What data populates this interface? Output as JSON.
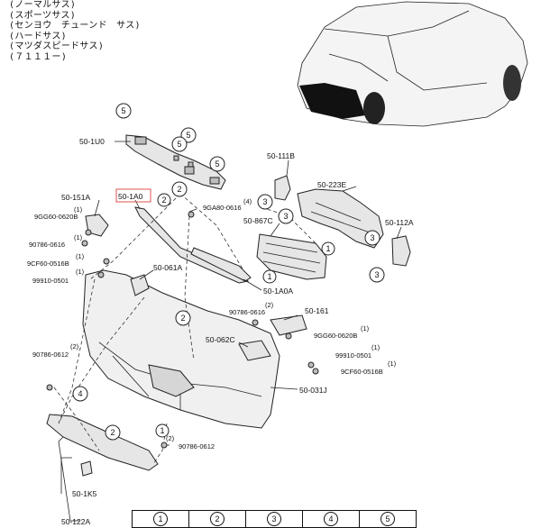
{
  "header_lines": [
    "(ノーマルサス)",
    "(スポーツサス)",
    "(センヨウ　チューンド　サス)",
    "(ハードサス)",
    "(マツダスピードサス)",
    "(７１１１ー)"
  ],
  "labels": {
    "p50_1u0": "50-1U0",
    "p50_111b": "50-111B",
    "p50_223e": "50-223E",
    "p50_151a": "50-151A",
    "p50_1a0": "50-1A0",
    "p9ga80": "9GA80-0616",
    "p50_867c": "50-867C",
    "p50_112a": "50-112A",
    "p9gg60_a": "9GG60-0620B",
    "p90786_a": "90786-0616",
    "p9cf60_a": "9CF60-0516B",
    "p99910_a": "99910-0501",
    "p50_061a": "50-061A",
    "p50_1a0a": "50-1A0A",
    "p90786_b": "90786-0616",
    "p50_161": "50-161",
    "p9gg60_b": "9GG60-0620B",
    "p50_062c": "50-062C",
    "p99910_b": "99910-0501",
    "p9cf60_b": "9CF60-0516B",
    "p90786_c": "90786-0612",
    "p50_031j": "50-031J",
    "p90786_d": "90786-0612",
    "p50_1k5": "50-1K5",
    "p50_122a": "50-122A"
  },
  "qty": {
    "one": "(1)",
    "two": "(2)",
    "four": "(4)"
  },
  "callouts": [
    "1",
    "2",
    "3",
    "4",
    "5"
  ],
  "table": [
    "1",
    "2",
    "3",
    "4",
    "5"
  ]
}
